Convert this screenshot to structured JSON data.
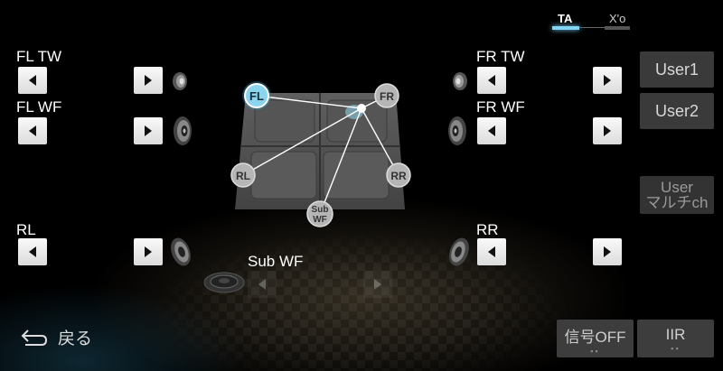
{
  "mode_switch": {
    "ta_label": "TA",
    "xo_label": "X'o"
  },
  "speakers": {
    "fl_tw": {
      "label": "FL TW"
    },
    "fl_wf": {
      "label": "FL WF"
    },
    "fr_tw": {
      "label": "FR TW"
    },
    "fr_wf": {
      "label": "FR WF"
    },
    "rl": {
      "label": "RL"
    },
    "rr": {
      "label": "RR"
    },
    "sub_wf": {
      "label": "Sub WF"
    }
  },
  "diagram_nodes": {
    "fl": "FL",
    "fr": "FR",
    "rl": "RL",
    "rr": "RR",
    "sub_line1": "Sub",
    "sub_line2": "WF"
  },
  "side_buttons": {
    "user1": "User1",
    "user2": "User2",
    "user_multi_line1": "User",
    "user_multi_line2": "マルチch"
  },
  "bottom_buttons": {
    "signal_off": "信号OFF",
    "iir": "IIR",
    "dots": "▪▪"
  },
  "back": {
    "label": "戻る"
  },
  "icons": {
    "arrow_left": "arrow-left-icon",
    "arrow_right": "arrow-right-icon",
    "back": "back-arrow-icon",
    "tweeter": "tweeter-icon",
    "woofer": "woofer-icon"
  },
  "colors": {
    "accent": "#7fd6f5",
    "selected_node": "#8ad4ee"
  }
}
